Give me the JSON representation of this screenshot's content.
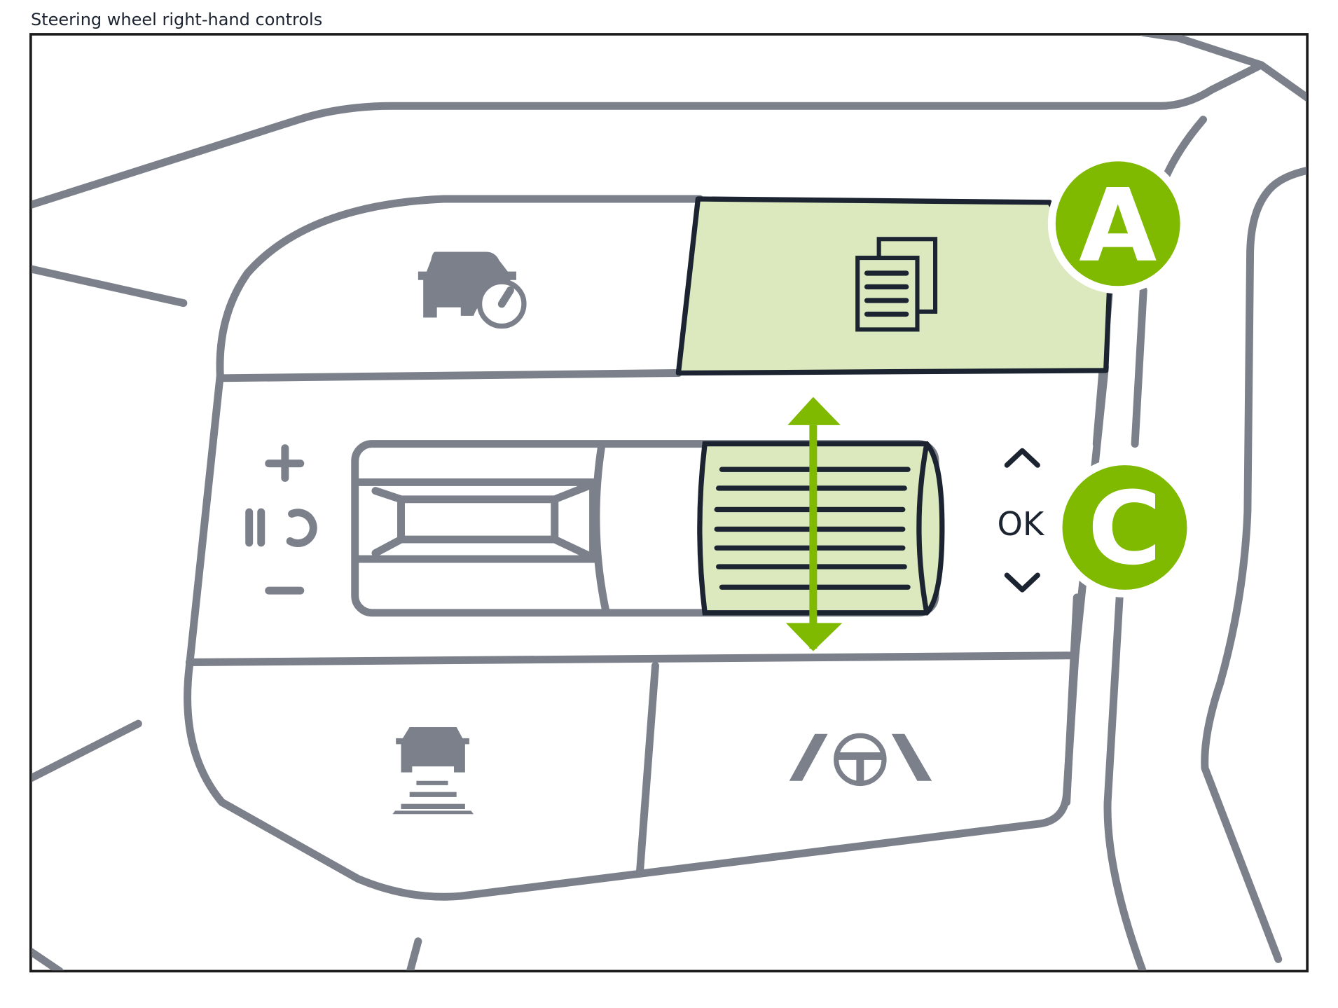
{
  "figure": {
    "title": "Steering wheel right-hand controls",
    "callouts": [
      {
        "id": "A",
        "label": "A",
        "target": "display-mode-button"
      },
      {
        "id": "C",
        "label": "C",
        "target": "thumbwheel-scroll"
      }
    ],
    "wheel_labels": {
      "ok": "OK"
    },
    "colors": {
      "accent": "#7fb900",
      "highlight": "#dce8bd",
      "line": "#7b808a",
      "outline": "#1b2430"
    }
  }
}
